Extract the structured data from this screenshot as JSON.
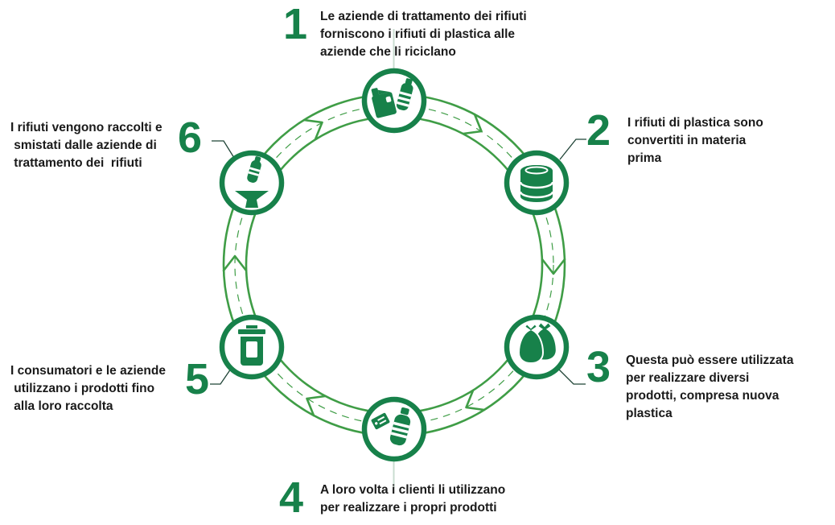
{
  "colors": {
    "icon_dark_green": "#17814a",
    "ring_green": "#3f9d46",
    "text_black": "#1a1a1a",
    "callout_line": "#1f4336",
    "pale_connector": "#c9dcd0"
  },
  "steps": [
    {
      "number": "1",
      "icon": "plastic-jug-and-bottle-icon",
      "lines": [
        "Le aziende di trattamento dei rifiuti",
        "forniscono i rifiuti di plastica alle",
        "aziende che li riciclano"
      ]
    },
    {
      "number": "2",
      "icon": "barrel-icon",
      "lines": [
        "I rifiuti di plastica sono",
        "convertiti in materia",
        "prima"
      ]
    },
    {
      "number": "3",
      "icon": "trash-bags-icon",
      "lines": [
        "Questa può essere utilizzata",
        "per realizzare diversi",
        "prodotti, compresa nuova",
        "plastica"
      ]
    },
    {
      "number": "4",
      "icon": "bottle-with-tag-icon",
      "lines": [
        "A loro volta i clienti li utilizzano",
        "per realizzare i propri prodotti"
      ]
    },
    {
      "number": "5",
      "icon": "trash-bin-icon",
      "lines": [
        "I consumatori e le aziende",
        " utilizzano i prodotti fino",
        " alla loro raccolta"
      ]
    },
    {
      "number": "6",
      "icon": "bottle-into-funnel-icon",
      "lines": [
        "I rifiuti vengono raccolti e",
        " smistati dalle aziende di",
        " trattamento dei  rifiuti"
      ]
    }
  ]
}
